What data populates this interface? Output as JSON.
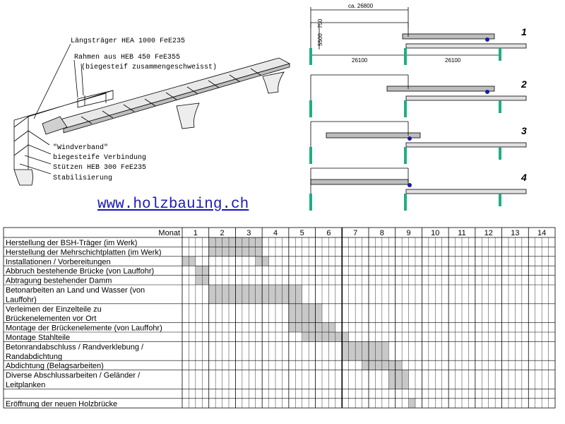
{
  "labels": {
    "laengstraeger": "Längsträger HEA 1000 FeE235",
    "rahmen_line1": "Rahmen aus HEB 450 FeE355",
    "rahmen_line2": "(biegesteif zusammengeschweisst)",
    "windverband": "\"Windverband\"",
    "biegesteife": "biegesteife Verbindung",
    "stuetzen": "Stützen HEB 300 FeE235",
    "stabilisierung": "Stabilisierung"
  },
  "website": "www.holzbauing.ch",
  "dimensions": {
    "top": "ca. 26800",
    "left_span": "26100",
    "right_span": "26100",
    "height": "5500",
    "small": "750"
  },
  "steps": [
    "1",
    "2",
    "3",
    "4"
  ],
  "chart_data": {
    "type": "table",
    "header_label": "Monat",
    "months": [
      "1",
      "2",
      "3",
      "4",
      "5",
      "6",
      "7",
      "8",
      "9",
      "10",
      "11",
      "12",
      "13",
      "14"
    ],
    "subcolumns_per_month": 4,
    "tasks": [
      {
        "lines": [
          "Herstellung der BSH-Träger (im Werk)"
        ],
        "start": 5,
        "end": 12
      },
      {
        "lines": [
          "Herstellung der Mehrschichtplatten (im Werk)"
        ],
        "start": 5,
        "end": 12
      },
      {
        "lines": [
          "Installationen / Vorbereitungen"
        ],
        "start": 1,
        "end": 2,
        "start2": 12,
        "end2": 13
      },
      {
        "lines": [
          "Abbruch bestehende Brücke (von Lauffohr)"
        ],
        "start": 3,
        "end": 4
      },
      {
        "lines": [
          "Abtragung bestehender Damm"
        ],
        "start": 3,
        "end": 4
      },
      {
        "lines": [
          "Betonarbeiten an Land und Wasser (von",
          "Lauffohr)"
        ],
        "start": 5,
        "end": 18
      },
      {
        "lines": [
          "Verleimen der Einzelteile zu",
          "Brückenelementen vor Ort"
        ],
        "start": 17,
        "end": 21
      },
      {
        "lines": [
          "Montage der Brückenelemente (von Lauffohr)"
        ],
        "start": 17,
        "end": 23
      },
      {
        "lines": [
          "Montage Stahlteile"
        ],
        "start": 19,
        "end": 25
      },
      {
        "lines": [
          "Betonrandabschluss / Randverklebung /",
          "Randabdichtung"
        ],
        "start": 25,
        "end": 31
      },
      {
        "lines": [
          "Abdichtung (Belagsarbeiten)"
        ],
        "start": 28,
        "end": 33
      },
      {
        "lines": [
          "Diverse Abschlussarbeiten / Geländer /",
          "Leitplanken"
        ],
        "start": 32,
        "end": 34
      },
      {
        "lines": [
          ""
        ],
        "start": null,
        "end": null
      },
      {
        "lines": [
          "Eröffnung der neuen Holzbrücke"
        ],
        "start": 35,
        "end": 35
      }
    ]
  },
  "colors": {
    "bar": "#c8c8c8",
    "grid": "#000000",
    "pillar": "#1fae82",
    "url": "#1b1bb8",
    "roller": "#1a1aa8"
  }
}
